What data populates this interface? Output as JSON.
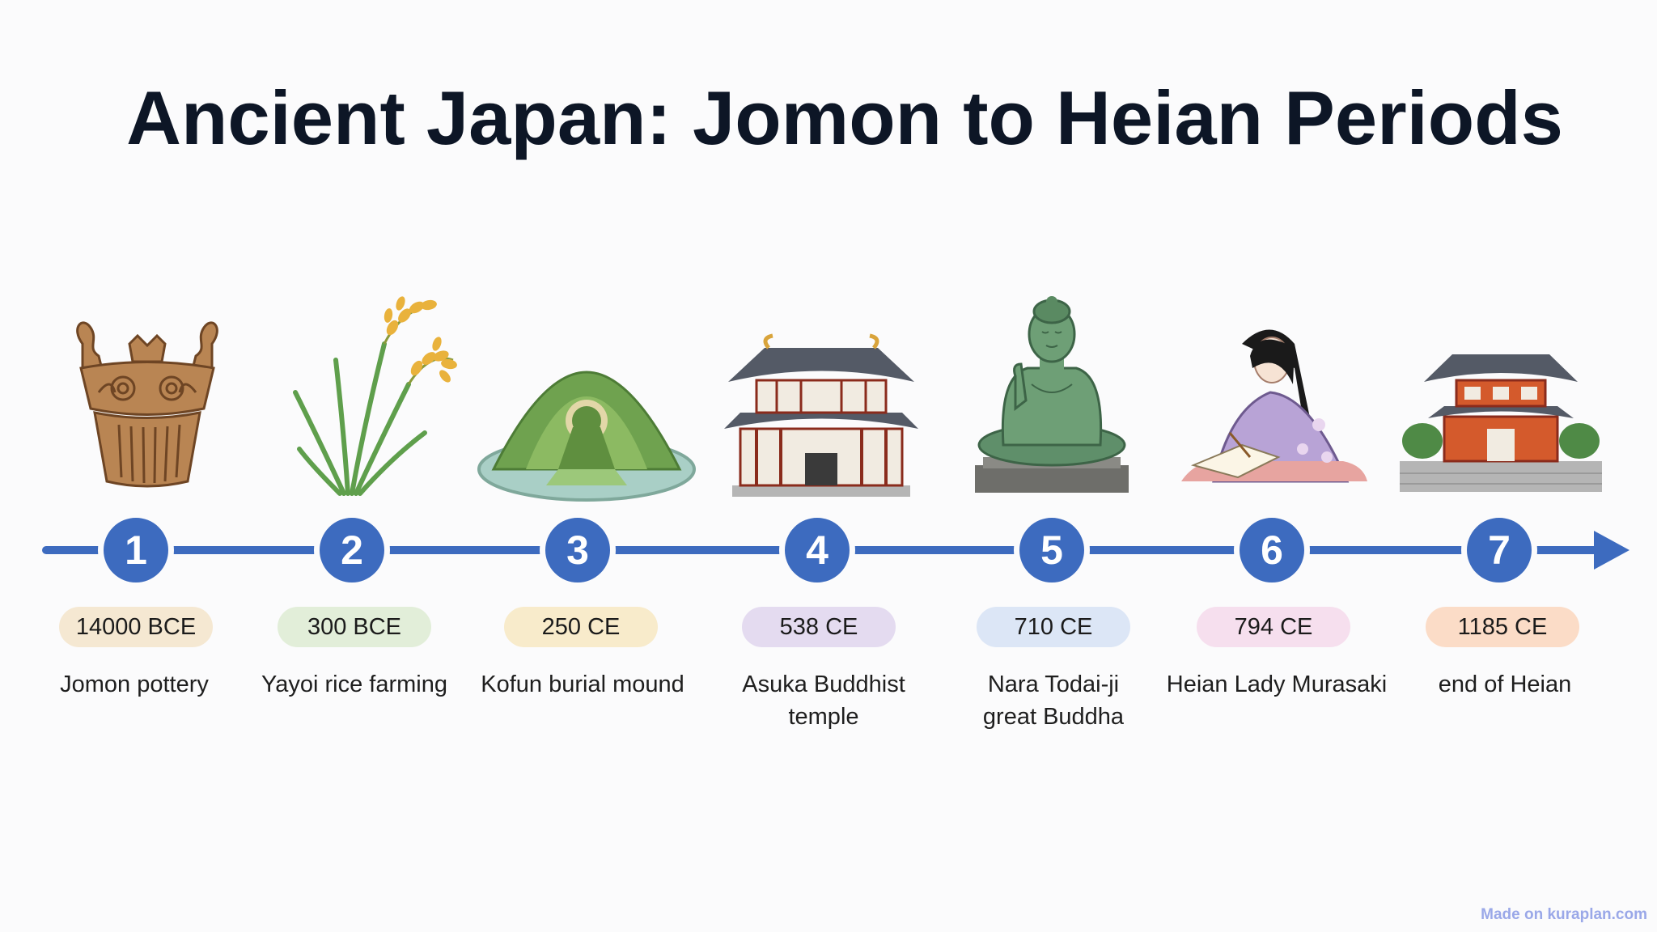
{
  "title": "Ancient Japan: Jomon to Heian Periods",
  "accent_color": "#3d6bbf",
  "events": [
    {
      "number": "1",
      "date": "14000 BCE",
      "label": "Jomon pottery",
      "pill_color": "#f5e8d2",
      "icon": "jomon-pottery-icon"
    },
    {
      "number": "2",
      "date": "300 BCE",
      "label": "Yayoi rice farming",
      "pill_color": "#e2eed9",
      "icon": "rice-plant-icon"
    },
    {
      "number": "3",
      "date": "250 CE",
      "label": "Kofun burial mound",
      "pill_color": "#f8ebcb",
      "icon": "keyhole-mound-icon"
    },
    {
      "number": "4",
      "date": "538 CE",
      "label": "Asuka Buddhist temple",
      "pill_color": "#e4dbf0",
      "icon": "temple-icon"
    },
    {
      "number": "5",
      "date": "710 CE",
      "label": "Nara Todai-ji\ngreat Buddha",
      "pill_color": "#dce6f6",
      "icon": "buddha-statue-icon"
    },
    {
      "number": "6",
      "date": "794 CE",
      "label": "Heian Lady Murasaki",
      "pill_color": "#f6dfee",
      "icon": "lady-murasaki-icon"
    },
    {
      "number": "7",
      "date": "1185 CE",
      "label": "end of Heian",
      "pill_color": "#fbdcc7",
      "icon": "red-gate-icon"
    }
  ],
  "footer": "Made on kuraplan.com"
}
